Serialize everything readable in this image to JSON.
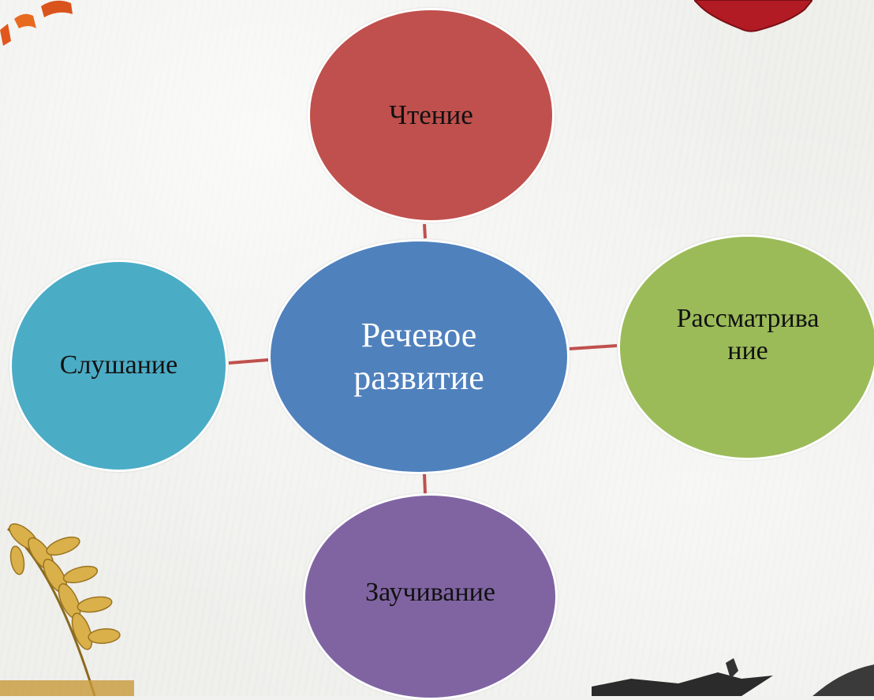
{
  "diagram": {
    "center": {
      "label": "Речевое развитие",
      "color": "#4f81bd"
    },
    "nodes": [
      {
        "id": "top",
        "label": "Чтение",
        "color": "#c0504d"
      },
      {
        "id": "right",
        "label": "Рассматрива ние",
        "color": "#9bbb59"
      },
      {
        "id": "bottom",
        "label": "Заучивание",
        "color": "#8064a2"
      },
      {
        "id": "left",
        "label": "Слушание",
        "color": "#4bacc6"
      }
    ],
    "connector_color": "#c0504d"
  },
  "decorations": {
    "top_left": "orange-letters",
    "top_right": "red-shield-icon",
    "bottom_left": "wheat-ear-icon",
    "bottom_right": "fence-silhouette"
  }
}
